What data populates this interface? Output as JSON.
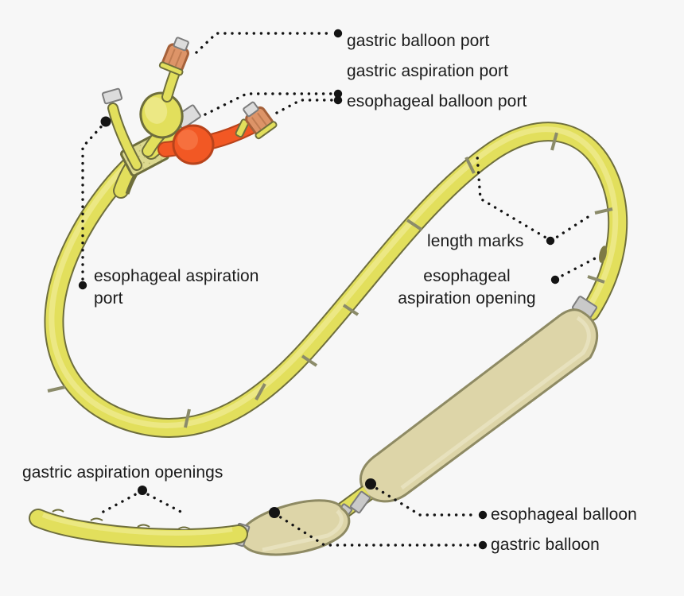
{
  "figure": {
    "subject": "Sengstaken-Blakemore tube",
    "background_color": "#f7f7f7",
    "label_color": "#1b1b1b"
  },
  "colors": {
    "tube_fill": "#e2df5c",
    "tube_stroke": "#6e6e3c",
    "tube_highlight": "#efeb92",
    "balloon_fill": "#ddd5a8",
    "balloon_stroke": "#8e8a63",
    "orange_fill": "#f25824",
    "orange_stroke": "#b8431b",
    "cap_fill": "#dd9468",
    "cap_stroke": "#a5613a",
    "collar_fill": "#c9c9c9",
    "collar_stroke": "#7d7d7d",
    "mark_color": "#8b8b6a",
    "opening_color": "#7d7a45",
    "leader_color": "#141414"
  },
  "labels": {
    "gastric_balloon_port": "gastric balloon port",
    "gastric_aspiration_port": "gastric aspiration port",
    "esophageal_balloon_port": "esophageal balloon port",
    "esophageal_aspiration_port_line1": "esophageal aspiration",
    "esophageal_aspiration_port_line2": "port",
    "length_marks": "length marks",
    "esophageal_aspiration_opening_line1": "esophageal",
    "esophageal_aspiration_opening_line2": "aspiration opening",
    "gastric_aspiration_openings": "gastric aspiration openings",
    "esophageal_balloon": "esophageal balloon",
    "gastric_balloon": "gastric balloon"
  },
  "parts": [
    {
      "name": "gastric-balloon-port",
      "type": "port-cap"
    },
    {
      "name": "gastric-aspiration-port",
      "type": "port-tip"
    },
    {
      "name": "esophageal-balloon-port",
      "type": "port-cap"
    },
    {
      "name": "esophageal-aspiration-port",
      "type": "port-tip"
    },
    {
      "name": "length-marks",
      "type": "tube-marking",
      "count": 9
    },
    {
      "name": "esophageal-aspiration-opening",
      "type": "tube-opening"
    },
    {
      "name": "gastric-aspiration-openings",
      "type": "tube-opening",
      "count": 3
    },
    {
      "name": "esophageal-balloon",
      "type": "balloon"
    },
    {
      "name": "gastric-balloon",
      "type": "balloon"
    }
  ]
}
